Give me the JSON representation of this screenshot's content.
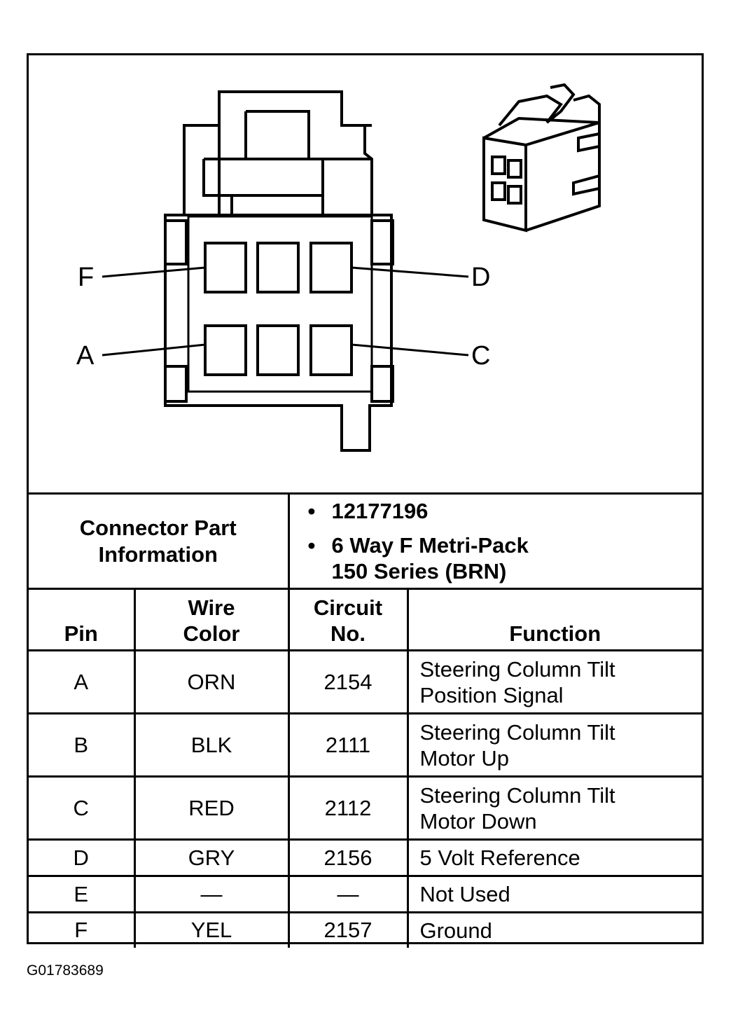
{
  "diagram": {
    "pin_labels": {
      "top_left": "F",
      "top_right": "D",
      "bottom_left": "A",
      "bottom_right": "C"
    }
  },
  "connector_info": {
    "label": "Connector Part Information",
    "part_number": "12177196",
    "description_line1": "6 Way F Metri-Pack",
    "description_line2": "150 Series (BRN)"
  },
  "table": {
    "headers": {
      "pin": "Pin",
      "wire_color_line1": "Wire",
      "wire_color_line2": "Color",
      "circuit_line1": "Circuit",
      "circuit_line2": "No.",
      "function": "Function"
    },
    "rows": [
      {
        "pin": "A",
        "color": "ORN",
        "circuit": "2154",
        "function_line1": "Steering Column Tilt",
        "function_line2": "Position Signal"
      },
      {
        "pin": "B",
        "color": "BLK",
        "circuit": "2111",
        "function_line1": "Steering Column Tilt",
        "function_line2": "Motor Up"
      },
      {
        "pin": "C",
        "color": "RED",
        "circuit": "2112",
        "function_line1": "Steering Column Tilt",
        "function_line2": "Motor Down"
      },
      {
        "pin": "D",
        "color": "GRY",
        "circuit": "2156",
        "function_line1": "5 Volt Reference",
        "function_line2": ""
      },
      {
        "pin": "E",
        "color": "—",
        "circuit": "—",
        "function_line1": "Not Used",
        "function_line2": ""
      },
      {
        "pin": "F",
        "color": "YEL",
        "circuit": "2157",
        "function_line1": "Ground",
        "function_line2": ""
      }
    ]
  },
  "figure_id": "G01783689"
}
